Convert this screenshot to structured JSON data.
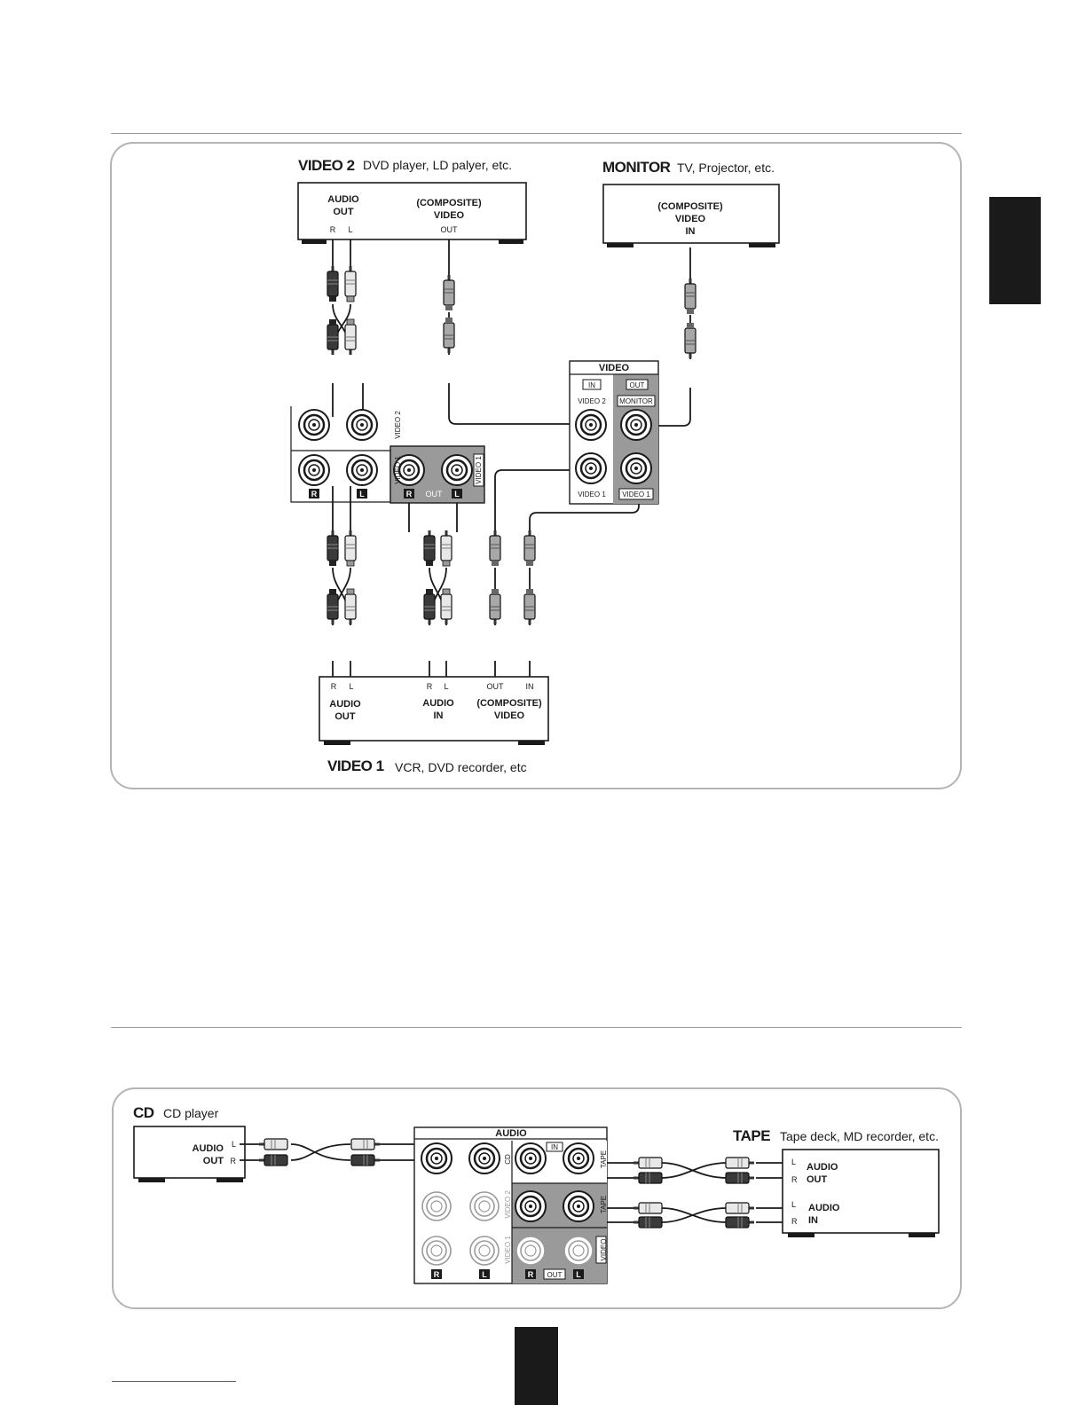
{
  "video_section": {
    "video2": {
      "title": "VIDEO 2",
      "desc": "DVD player,  LD palyer, etc."
    },
    "monitor": {
      "title": "MONITOR",
      "desc": "TV, Projector, etc."
    },
    "video1": {
      "title": "VIDEO 1",
      "desc": "VCR, DVD recorder, etc"
    },
    "dvd_box": {
      "audio_line1": "AUDIO",
      "audio_line2": "OUT",
      "composite": "(COMPOSITE)",
      "video": "VIDEO",
      "r": "R",
      "l": "L",
      "out": "OUT"
    },
    "monitor_box": {
      "composite": "(COMPOSITE)",
      "video": "VIDEO",
      "in": "IN"
    },
    "vcr_box": {
      "r1": "R",
      "l1": "L",
      "r2": "R",
      "l2": "L",
      "out": "OUT",
      "in": "IN",
      "audio_out_1": "AUDIO",
      "audio_out_2": "OUT",
      "audio_in_1": "AUDIO",
      "audio_in_2": "IN",
      "composite": "(COMPOSITE)",
      "video": "VIDEO"
    },
    "rear_audio": {
      "video2": "VIDEO 2",
      "video1": "VIDEO 1",
      "video1_out": "VIDEO 1",
      "r": "R",
      "l": "L",
      "out": "OUT"
    },
    "rear_video": {
      "header": "VIDEO",
      "in": "IN",
      "out": "OUT",
      "video2": "VIDEO 2",
      "monitor": "MONITOR",
      "video1_in": "VIDEO 1",
      "video1_out": "VIDEO 1"
    }
  },
  "audio_section": {
    "cd": {
      "title": "CD",
      "desc": "CD player",
      "audio": "AUDIO",
      "out": "OUT",
      "l": "L",
      "r": "R"
    },
    "tape": {
      "title": "TAPE",
      "desc": "Tape deck, MD recorder, etc.",
      "audio_out_1": "AUDIO",
      "audio_out_2": "OUT",
      "audio_in_1": "AUDIO",
      "audio_in_2": "IN",
      "l1": "L",
      "r1": "R",
      "l2": "L",
      "r2": "R"
    },
    "rear_panel": {
      "header": "AUDIO",
      "in": "IN",
      "cd": "CD",
      "tape": "TAPE",
      "video2": "VIDEO 2",
      "video1": "VIDEO 1",
      "video": "VIDEO",
      "r": "R",
      "l": "L",
      "out": "OUT"
    }
  }
}
